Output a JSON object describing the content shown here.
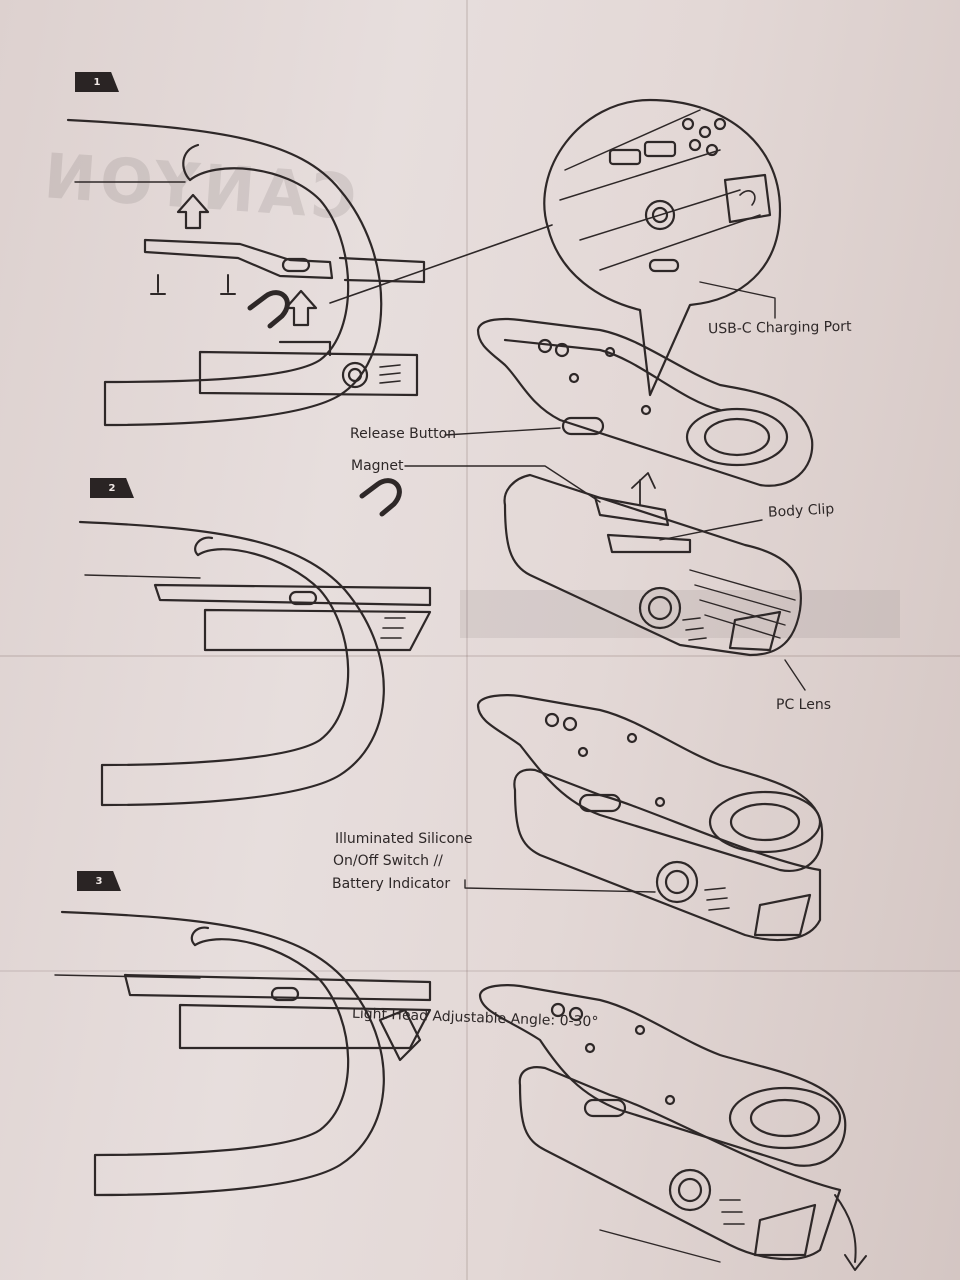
{
  "steps": [
    "1",
    "2",
    "3"
  ],
  "labels": {
    "usb_port": "USB-C Charging Port",
    "release_button": "Release Button",
    "magnet": "Magnet",
    "body_clip": "Body Clip",
    "pc_lens": "PC Lens",
    "switch_line1": "Illuminated Silicone",
    "switch_line2": "On/Off Switch //",
    "switch_line3": "Battery Indicator",
    "angle": "Light Head Adjustable Angle: 0-30°"
  },
  "icons": [
    "arrow-up-icon",
    "magnet-icon",
    "screw-icon",
    "angle-arrow-icon"
  ],
  "colors": {
    "paper": "#e3d8d6",
    "ink": "#2e2828",
    "tag": "#2a2424"
  }
}
